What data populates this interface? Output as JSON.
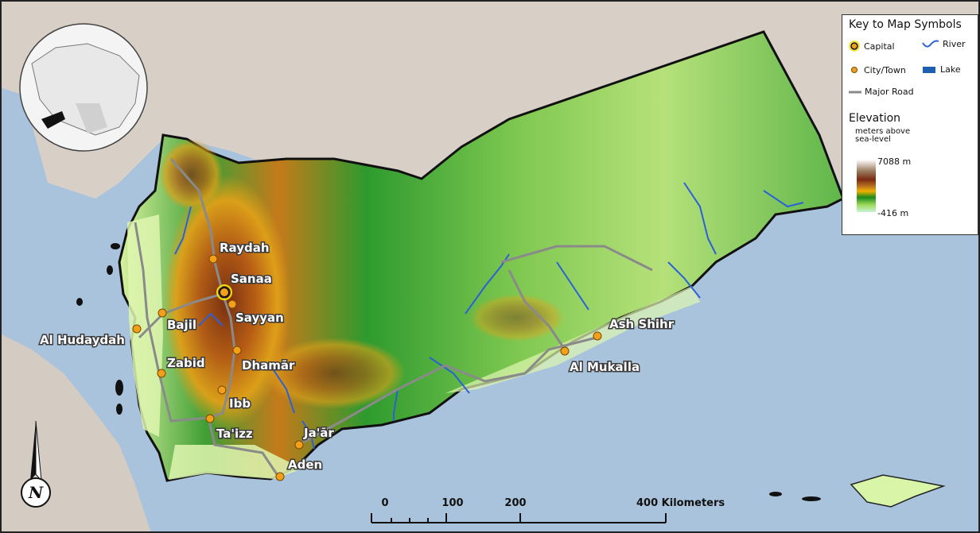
{
  "legend": {
    "title": "Key to Map Symbols",
    "capital": "Capital",
    "river": "River",
    "city_town": "City/Town",
    "lake": "Lake",
    "major_road": "Major Road",
    "elevation_title": "Elevation",
    "elevation_subtitle": "meters above sea-level",
    "elevation_max": "7088 m",
    "elevation_min": "-416 m"
  },
  "cities": {
    "raydah": "Raydah",
    "sanaa": "Sanaa",
    "sayyan": "Sayyan",
    "bajil": "Bajil",
    "al_hudaydah": "Al Hudaydah",
    "zabid": "Zabid",
    "dhamar": "Dhamār",
    "ibb": "Ibb",
    "taizz": "Ta'izz",
    "jaar": "Ja'ār",
    "aden": "Aden",
    "ash_shihr": "Ash Shihr",
    "al_mukalla": "Al Mukalla"
  },
  "scale": {
    "tick_0": "0",
    "tick_100": "100",
    "tick_200": "200",
    "tick_400": "400 Kilometers"
  },
  "north_arrow": {
    "label": "N"
  },
  "colors": {
    "sea": "#a9c3dc",
    "land_outside": "#d8cfc6",
    "lowland": "#d9f5a8",
    "midland": "#3fa83a",
    "highland": "#c0781c",
    "peak": "#7a2a10",
    "city_dot": "#f2a019",
    "river": "#2c60d8",
    "road": "#8a8a8a"
  }
}
